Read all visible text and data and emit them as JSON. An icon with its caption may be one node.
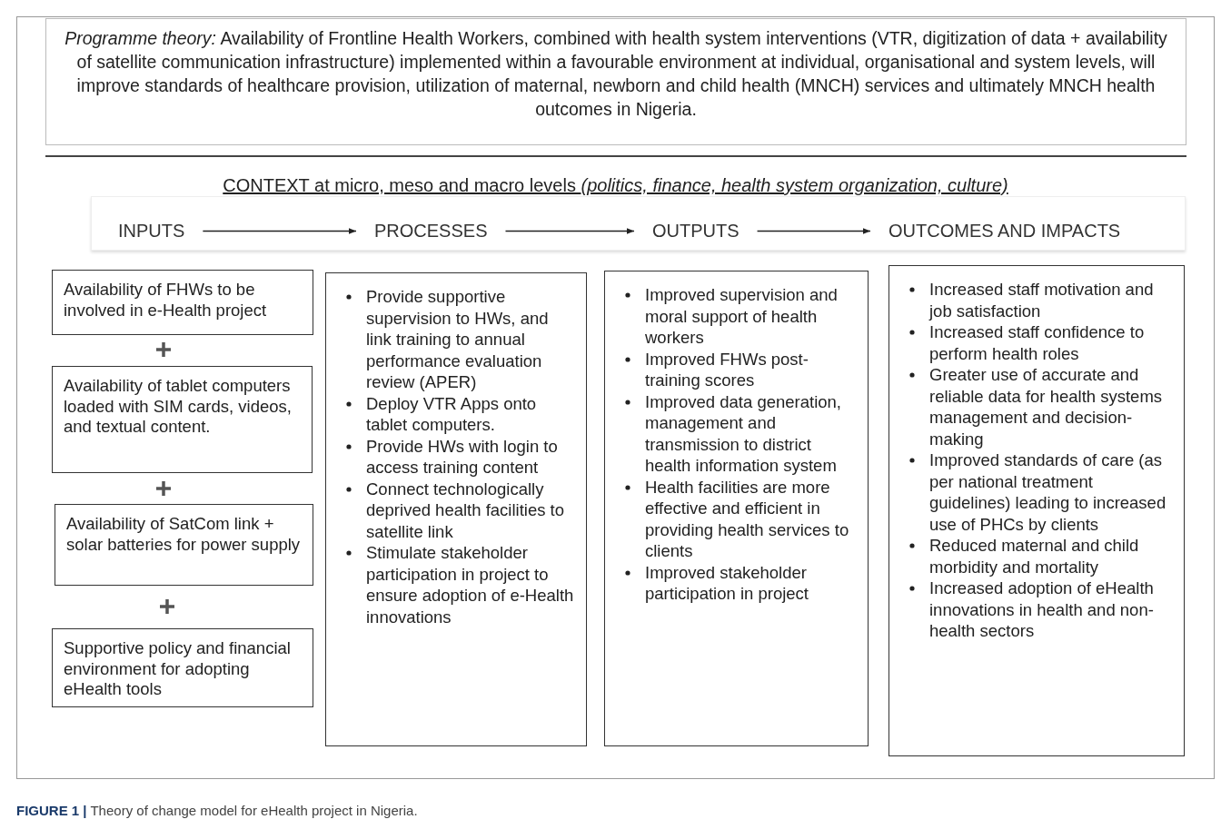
{
  "diagram": {
    "caption": "**FIGURE 1 |** Theory of change model for eHealth project in Nigeria.",
    "nodes": [
      {
        "text": [
          "*Programme theory:* Availability of Frontline Health Workers, combined with health system interventions (VTR, digitization of data + availability of satellite communication infrastructure) implemented within a favourable environment at individual, organisational and system levels, will improve standards of healthcare provision, utilization of maternal, newborn and child health (MNCH) services and ultimately MNCH health outcomes in Nigeria."
        ]
      },
      {
        "text": [
          "INPUTS"
        ]
      },
      {
        "text": [
          "PROCESSES"
        ]
      },
      {
        "text": [
          "OUTPUTS"
        ]
      },
      {
        "text": [
          "OUTCOMES AND IMPACTS"
        ]
      },
      {
        "text": [
          "Availability of FHWs to be involved in e-Health project"
        ]
      },
      {
        "text": [
          "Availability of tablet computers loaded with SIM cards, videos, and textual content."
        ]
      },
      {
        "text": [
          "Availability of SatCom link + solar batteries for power supply"
        ]
      },
      {
        "text": [
          "Supportive policy and financial environment for adopting eHealth tools"
        ]
      },
      {
        "text": [
          "Provide supportive supervision to HWs, and link training to annual performance evaluation review (APER)",
          "Deploy VTR Apps onto tablet computers.",
          "Provide HWs with login to access training content",
          "Connect technologically deprived health facilities to satellite link",
          "Stimulate stakeholder participation in project to ensure adoption of e-Health innovations"
        ]
      },
      {
        "text": [
          "Improved supervision and moral support of health workers",
          "Improved FHWs post-training scores",
          "Improved data generation, management and transmission to district health information system",
          "Health facilities are more effective and efficient in providing health services to clients",
          "Improved stakeholder participation in project"
        ]
      },
      {
        "text": [
          "Increased staff motivation and job satisfaction",
          "Increased staff confidence to perform health roles",
          "Greater use of accurate and reliable data for health systems management and decision-making",
          "Improved standards of care (as per national treatment guidelines) leading to increased use of PHCs by clients",
          "Reduced maternal and child morbidity and mortality",
          "Increased adoption of eHealth innovations in health and non-health sectors"
        ]
      }
    ],
    "edges": [
      {
        "from": 1,
        "to": 2,
        "arrow": "to"
      },
      {
        "from": 2,
        "to": 3,
        "arrow": "to"
      },
      {
        "from": 3,
        "to": 4,
        "arrow": "to"
      }
    ],
    "labels": [
      "CONTEXT at micro, meso and macro levels *(politics, finance, health system organization, culture)*"
    ]
  }
}
